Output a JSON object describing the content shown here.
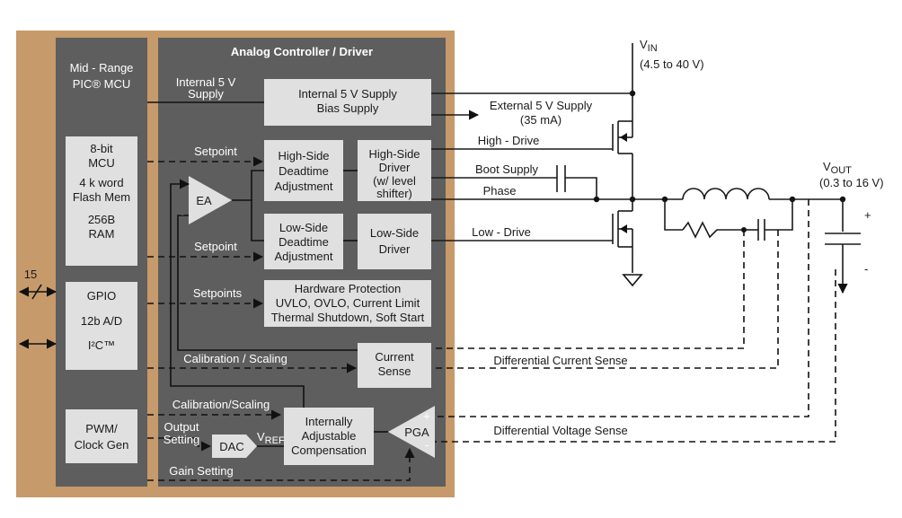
{
  "package": {
    "title": "Analog Controller / Driver",
    "mcu_title_line1": "Mid - Range",
    "mcu_title_line2": "PIC® MCU"
  },
  "mcu_blocks": {
    "core": [
      "8-bit",
      "MCU",
      "4 k word",
      "Flash Mem",
      "256B",
      "RAM"
    ],
    "io": [
      "GPIO",
      "12b A/D",
      "I²C™"
    ],
    "pwm": [
      "PWM/",
      "Clock Gen"
    ]
  },
  "blocks": {
    "bias_supply": [
      "Internal 5 V Supply",
      "Bias Supply"
    ],
    "hs_deadtime": [
      "High-Side",
      "Deadtime",
      "Adjustment"
    ],
    "hs_driver": [
      "High-Side",
      "Driver",
      "(w/ level",
      "shifter)"
    ],
    "ls_deadtime": [
      "Low-Side",
      "Deadtime",
      "Adjustment"
    ],
    "ls_driver": [
      "Low-Side",
      "Driver"
    ],
    "hw_protection": [
      "Hardware Protection",
      "UVLO, OVLO, Current Limit",
      "Thermal Shutdown, Soft Start"
    ],
    "current_sense": [
      "Current",
      "Sense"
    ],
    "compensation": [
      "Internally",
      "Adjustable",
      "Compensation"
    ],
    "ea": "EA",
    "dac": "DAC",
    "pga": "PGA"
  },
  "signals": {
    "internal_supply": [
      "Internal 5 V",
      "Supply"
    ],
    "setpoint_1": "Setpoint",
    "setpoint_2": "Setpoint",
    "setpoints": "Setpoints",
    "calibration_1": "Calibration / Scaling",
    "calibration_2": "Calibration/Scaling",
    "output_setting": [
      "Output",
      "Setting"
    ],
    "vref_main": "V",
    "vref_sub": "REF",
    "gain_setting": "Gain Setting",
    "bus_width": "15",
    "external_supply": [
      "External  5 V Supply",
      "(35 mA)"
    ],
    "high_drive": "High - Drive",
    "boot_supply": "Boot Supply",
    "phase": "Phase",
    "low_drive": "Low - Drive",
    "diff_current": "Differential Current Sense",
    "diff_voltage": "Differential Voltage Sense",
    "ea_plus": "+",
    "ea_minus": "-",
    "pga_plus": "+",
    "pga_minus": "-",
    "cap_plus": "+",
    "cap_minus": "-"
  },
  "rails": {
    "vin_main": "V",
    "vin_sub": "IN",
    "vin_range": "(4.5 to 40 V)",
    "vout_main": "V",
    "vout_sub": "OUT",
    "vout_range": "(0.3 to 16 V)"
  },
  "colors": {
    "package_bg": "#c69a6b",
    "panel_bg": "#5e5e5e",
    "box_bg": "#e0e0e0",
    "wire": "#111111"
  }
}
